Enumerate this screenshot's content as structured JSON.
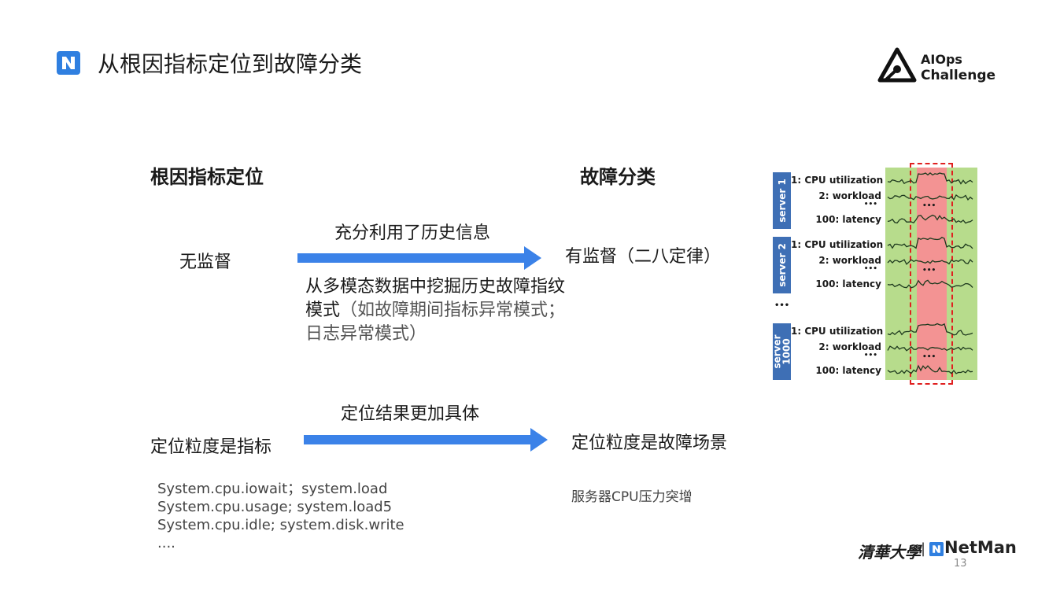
{
  "title": "从根因指标定位到故障分类",
  "brand": {
    "name_line1": "AIOps",
    "name_line2": "Challenge",
    "footer_university": "清華大學",
    "footer_separator": "|",
    "footer_lab": "NetMan",
    "page_number": "13"
  },
  "left": {
    "header": "根因指标定位",
    "unsupervised": "无监督",
    "granularity": "定位粒度是指标",
    "metrics": [
      "System.cpu.iowait；system.load",
      "System.cpu.usage; system.load5",
      "System.cpu.idle; system.disk.write",
      "...."
    ]
  },
  "middle": {
    "arrow1_label": "充分利用了历史信息",
    "description_dark": "从多模态数据中挖掘历史故障指纹模式",
    "description_gray": "（如故障期间指标异常模式；日志异常模式）",
    "arrow2_label": "定位结果更加具体"
  },
  "right": {
    "header": "故障分类",
    "supervised": "有监督（二八定律）",
    "granularity": "定位粒度是故障场景",
    "example": "服务器CPU压力突增"
  },
  "figure": {
    "servers": [
      {
        "name": "server 1",
        "rows": [
          "1: CPU utilization",
          "2: workload",
          "100: latency"
        ]
      },
      {
        "name": "server 2",
        "rows": [
          "1: CPU utilization",
          "2: workload",
          "100: latency"
        ]
      },
      {
        "name": "server 1000",
        "rows": [
          "1: CPU utilization",
          "2: workload",
          "100: latency"
        ]
      }
    ],
    "ellipsis": "•••",
    "colors": {
      "normal": "#b7dc8c",
      "anomaly": "#f39393",
      "box": "#e02020",
      "server": "#3e6fb5"
    }
  },
  "colors": {
    "arrow": "#3b82e8",
    "logo": "#2f7fe0"
  }
}
